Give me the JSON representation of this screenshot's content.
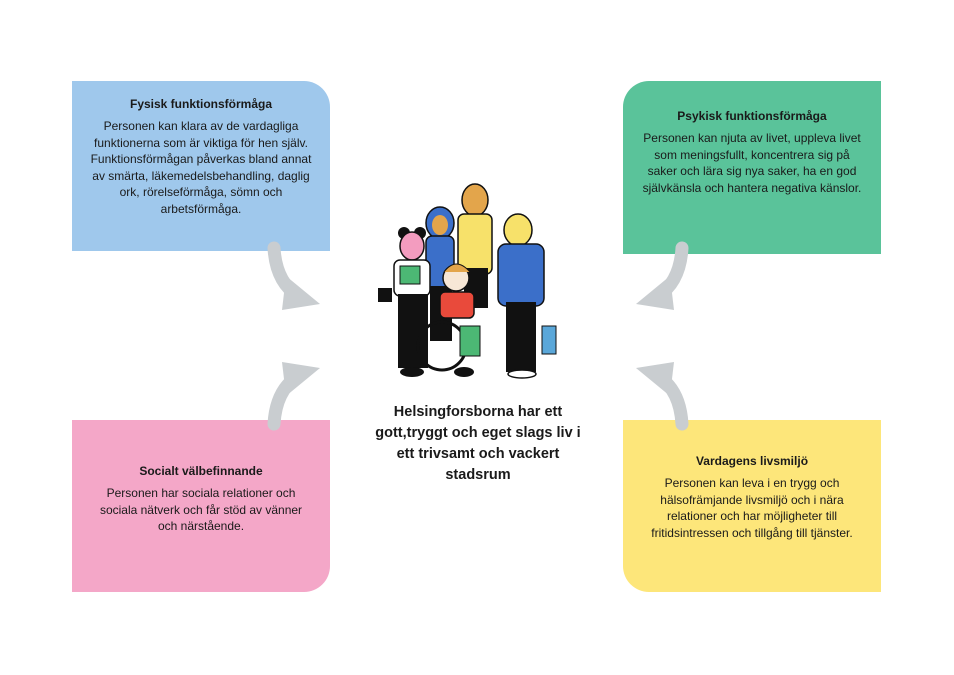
{
  "cards": {
    "top_left": {
      "title": "Fysisk funktionsförmåga",
      "text": "Personen kan klara av de vardagliga funktionerna som är viktiga för hen själv. Funktionsförmågan påverkas bland annat av smärta, läkemedelsbehandling, daglig ork, rörelseförmåga, sömn och arbetsförmåga.",
      "color": "#9fc8ec"
    },
    "top_right": {
      "title": "Psykisk funktionsförmåga",
      "text": "Personen kan njuta av livet, uppleva livet som meningsfullt, koncentrera sig på saker och lära sig nya saker, ha en god självkänsla och hantera negativa känslor.",
      "color": "#5ac39a"
    },
    "bottom_left": {
      "title": "Socialt välbefinnande",
      "text": "Personen har sociala relationer och sociala nätverk och får stöd av vänner och närstående.",
      "color": "#f4a7c8"
    },
    "bottom_right": {
      "title": "Vardagens livsmiljö",
      "text": "Personen kan leva i en trygg och hälsofrämjande livsmiljö och i nära relationer och har möjligheter till fritidsintressen och tillgång till tjänster.",
      "color": "#fde67a"
    }
  },
  "center": {
    "text": "Helsingforsborna har ett gott,tryggt och eget slags liv i ett trivsamt och vackert stadsrum"
  },
  "colors": {
    "arrow": "#c9cdd0"
  },
  "icons": {
    "illustration": "group-of-diverse-people-illustration",
    "arrows": "curved-arrow-icon"
  }
}
